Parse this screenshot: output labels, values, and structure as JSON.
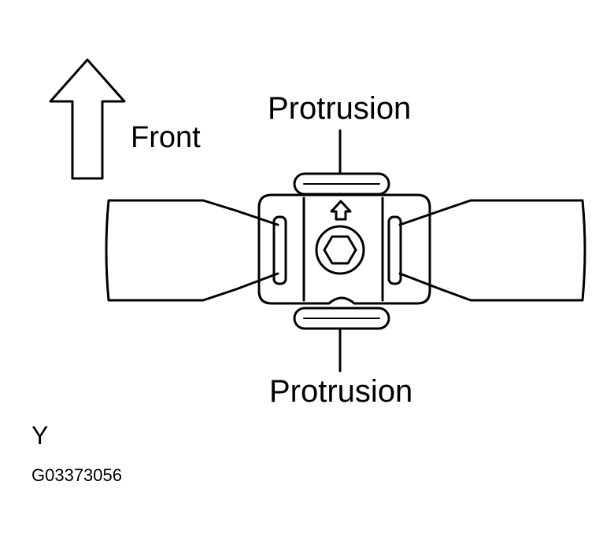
{
  "labels": {
    "front": "Front",
    "protrusion_top": "Protrusion",
    "protrusion_bottom": "Protrusion",
    "view": "Y",
    "figure_code": "G03373056"
  },
  "icons": [
    "front-arrow-icon",
    "hex-bolt-icon",
    "direction-arrow-icon"
  ],
  "colors": {
    "line": "#000000",
    "background": "#ffffff"
  }
}
